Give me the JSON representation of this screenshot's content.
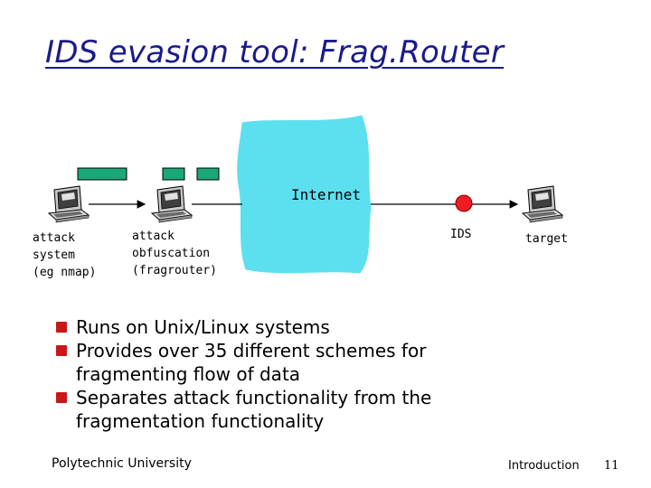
{
  "title": "IDS evasion tool: Frag.Router",
  "diagram": {
    "internet_label": "Internet",
    "attack_system_label": [
      "attack",
      "system",
      "(eg nmap)"
    ],
    "obfuscation_label": [
      "attack",
      "obfuscation",
      "(fragrouter)"
    ],
    "ids_label": "IDS",
    "target_label": "target",
    "colors": {
      "cloud": "#5ce0f0",
      "packet": "#1aa878",
      "ids": "#ee1c24",
      "title": "#1a1a8c",
      "bullet": "#c81818"
    }
  },
  "bullets": [
    {
      "lines": [
        "Runs on Unix/Linux systems"
      ]
    },
    {
      "lines": [
        "Provides over 35 different schemes for",
        "fragmenting flow of data"
      ]
    },
    {
      "lines": [
        "Separates attack functionality from the",
        "fragmentation functionality"
      ]
    }
  ],
  "footer": {
    "left": "Polytechnic University",
    "section": "Introduction",
    "page": "11"
  }
}
